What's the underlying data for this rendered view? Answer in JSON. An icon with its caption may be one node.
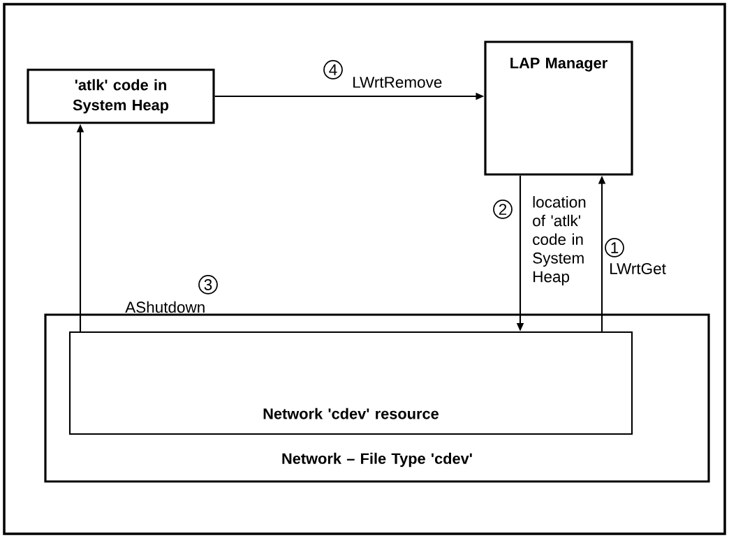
{
  "diagram": {
    "nodes": [
      {
        "text": [
          "'atlk' code in System Heap"
        ]
      },
      {
        "text": [
          "LAP Manager"
        ]
      },
      {
        "text": [
          "Network – File Type 'cdev'"
        ]
      },
      {
        "text": [
          "Network 'cdev' resource"
        ],
        "in": 2
      }
    ],
    "edges": [
      {
        "from": 0,
        "to": 1,
        "arrow": "to",
        "label": "LWrtRemove"
      },
      {
        "from": 1,
        "to": 3,
        "arrow": "to",
        "label": "location of 'atlk' code in System Heap"
      },
      {
        "from": 3,
        "to": 1,
        "arrow": "to",
        "label": "LWrtGet"
      },
      {
        "from": 3,
        "to": 0,
        "arrow": "to",
        "label": "AShutdown"
      }
    ],
    "labels": [
      "4",
      "2",
      "1",
      "3"
    ]
  }
}
